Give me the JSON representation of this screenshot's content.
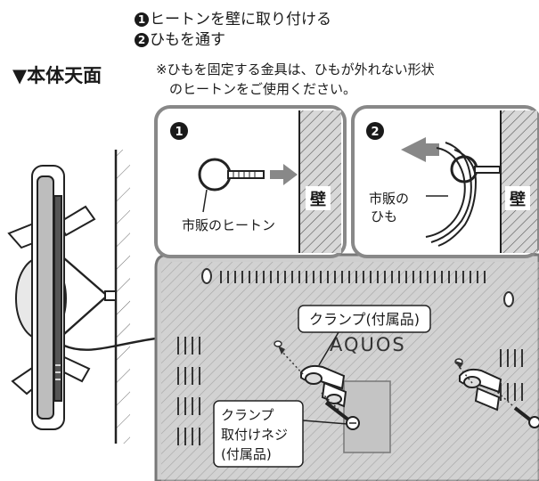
{
  "steps": [
    {
      "marker": "1",
      "text": "ヒートンを壁に取り付ける"
    },
    {
      "marker": "2",
      "text": "ひもを通す"
    }
  ],
  "view_heading": "▼本体天面",
  "note_line1": "※ひもを固定する金具は、ひもが外れない形状",
  "note_line2": "のヒートンをご使用ください。",
  "panel1": {
    "marker": "1",
    "wall_label": "壁",
    "callout": "市販のヒートン"
  },
  "panel2": {
    "marker": "2",
    "wall_label": "壁",
    "callout_line1": "市販の",
    "callout_line2": "ひも"
  },
  "back_panel": {
    "brand": "AQUOS",
    "clamp_label": "クランプ(付属品)",
    "screw_line1": "クランプ",
    "screw_line2": "取付けネジ",
    "screw_line3": "(付属品)"
  }
}
